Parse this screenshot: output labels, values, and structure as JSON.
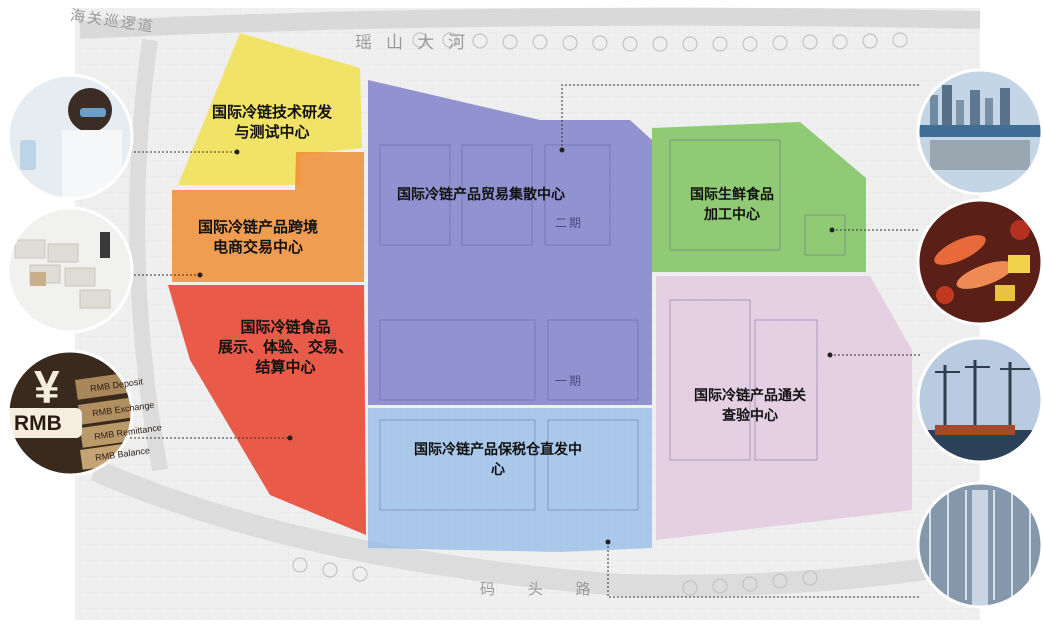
{
  "map": {
    "river_label": "瑶山大河",
    "road_label_left": "海关巡逻道",
    "road_label_bottom": "码 头 路",
    "phase_label_2": "二期",
    "phase_label_1": "一期"
  },
  "zones": [
    {
      "id": "rd",
      "label_lines": [
        "国际冷链技术研发",
        "与测试中心"
      ],
      "color": "#f2e04a"
    },
    {
      "id": "ecommerce",
      "label_lines": [
        "国际冷链产品跨境",
        "电商交易中心"
      ],
      "color": "#f08a2e"
    },
    {
      "id": "showcase",
      "label_lines": [
        "国际冷链食品",
        "展示、体验、交易、",
        "结算中心"
      ],
      "color": "#e8402a"
    },
    {
      "id": "trade",
      "label_lines": [
        "国际冷链产品贸易集散中心"
      ],
      "color": "#6c6fc4"
    },
    {
      "id": "bonded",
      "label_lines": [
        "国际冷链产品保税仓直发中",
        "心"
      ],
      "color": "#8fb8e6"
    },
    {
      "id": "fresh",
      "label_lines": [
        "国际生鲜食品",
        "加工中心"
      ],
      "color": "#7cc25a"
    },
    {
      "id": "customs",
      "label_lines": [
        "国际冷链产品通关",
        "查验中心"
      ],
      "color": "#e2c8e0"
    }
  ],
  "photos": [
    {
      "id": "lab-scientist",
      "badge_text": ""
    },
    {
      "id": "ecommerce-shopping",
      "badge_text": ""
    },
    {
      "id": "rmb-currency",
      "badge_text": "RMB",
      "currency_symbol": "¥",
      "card_labels": [
        "RMB Deposit",
        "RMB Exchange",
        "RMB Remittance",
        "RMB Balance"
      ]
    },
    {
      "id": "port-city",
      "badge_text": ""
    },
    {
      "id": "fresh-seafood",
      "badge_text": ""
    },
    {
      "id": "container-port",
      "badge_text": ""
    },
    {
      "id": "automated-warehouse",
      "badge_text": ""
    }
  ]
}
